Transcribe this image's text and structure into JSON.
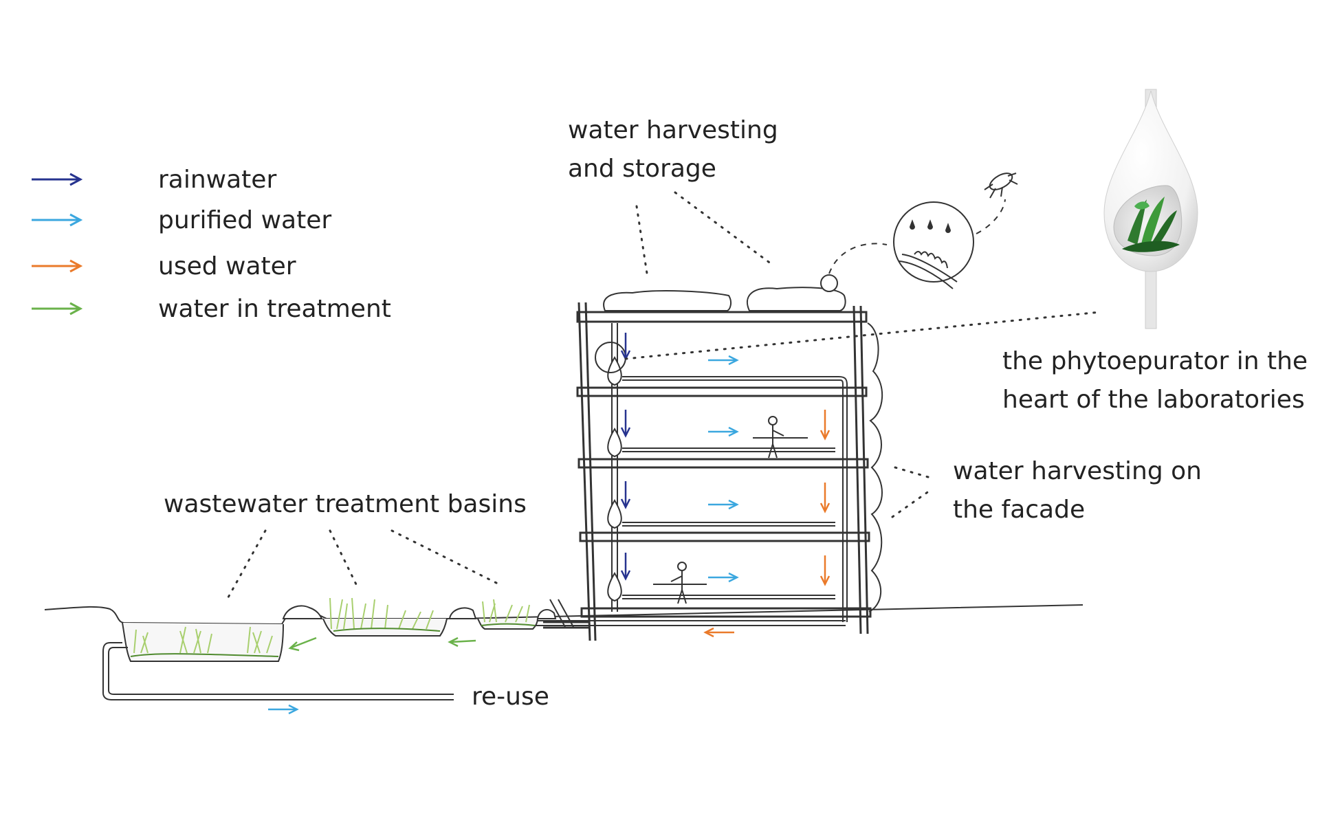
{
  "legend": [
    {
      "label": "rainwater",
      "color": "#26338f"
    },
    {
      "label": "purified water",
      "color": "#3ba7df"
    },
    {
      "label": "used water",
      "color": "#ea7a2a"
    },
    {
      "label": "water in treatment",
      "color": "#6ab24a"
    }
  ],
  "labels": {
    "roof_line1": "water harvesting",
    "roof_line2": "and storage",
    "phyto_line1": "the phytoepurator in the",
    "phyto_line2": "heart of the laboratories",
    "facade_line1": "water harvesting on",
    "facade_line2": "the facade",
    "basins": "wastewater treatment basins",
    "reuse": "re-use"
  },
  "colors": {
    "line": "#333333",
    "plant": "#a8cf6e",
    "plant_dark": "#4f8a2e",
    "drop_fill": "#f2f2f2",
    "pipe": "#d9d9d9"
  }
}
